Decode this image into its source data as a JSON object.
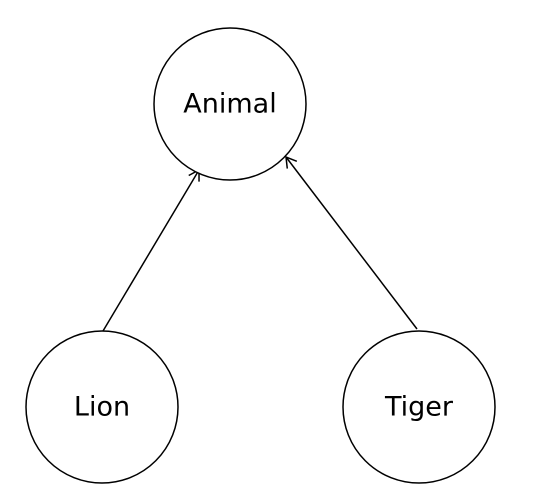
{
  "diagram": {
    "nodes": [
      {
        "id": "animal",
        "label": "Animal"
      },
      {
        "id": "lion",
        "label": "Lion"
      },
      {
        "id": "tiger",
        "label": "Tiger"
      }
    ],
    "edges": [
      {
        "from": "lion",
        "to": "animal",
        "arrow": "open"
      },
      {
        "from": "tiger",
        "to": "animal",
        "arrow": "open"
      }
    ],
    "colors": {
      "stroke": "#000000",
      "fill": "#ffffff",
      "background": "#ffffff"
    }
  }
}
